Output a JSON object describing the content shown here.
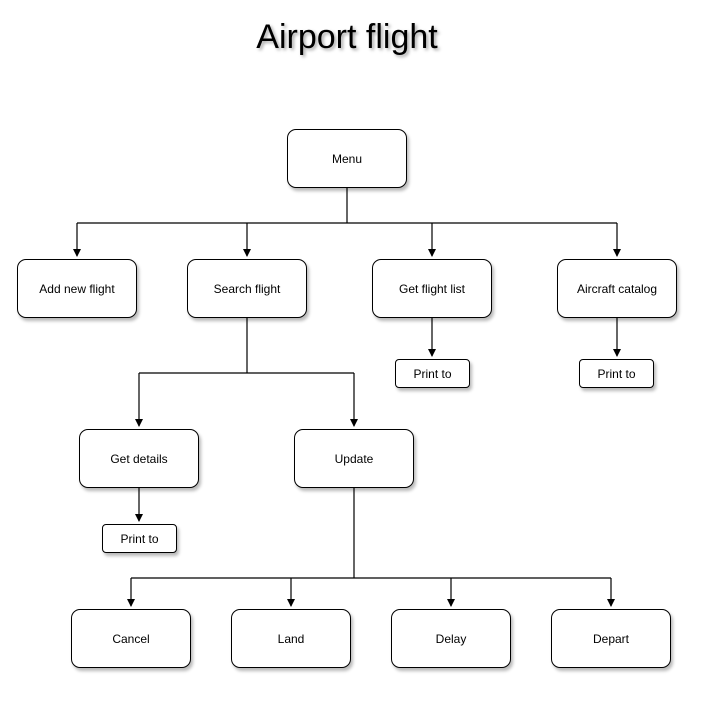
{
  "title": "Airport flight",
  "nodes": {
    "menu": "Menu",
    "add_new_flight": "Add new flight",
    "search_flight": "Search flight",
    "get_flight_list": "Get flight list",
    "aircraft_catalog": "Aircraft catalog",
    "print_flight_list": "Print to",
    "print_aircraft": "Print to",
    "get_details": "Get details",
    "update": "Update",
    "print_details": "Print to",
    "cancel": "Cancel",
    "land": "Land",
    "delay": "Delay",
    "depart": "Depart"
  },
  "colors": {
    "line": "#000000",
    "node_border": "#000000",
    "node_fill": "#ffffff"
  }
}
